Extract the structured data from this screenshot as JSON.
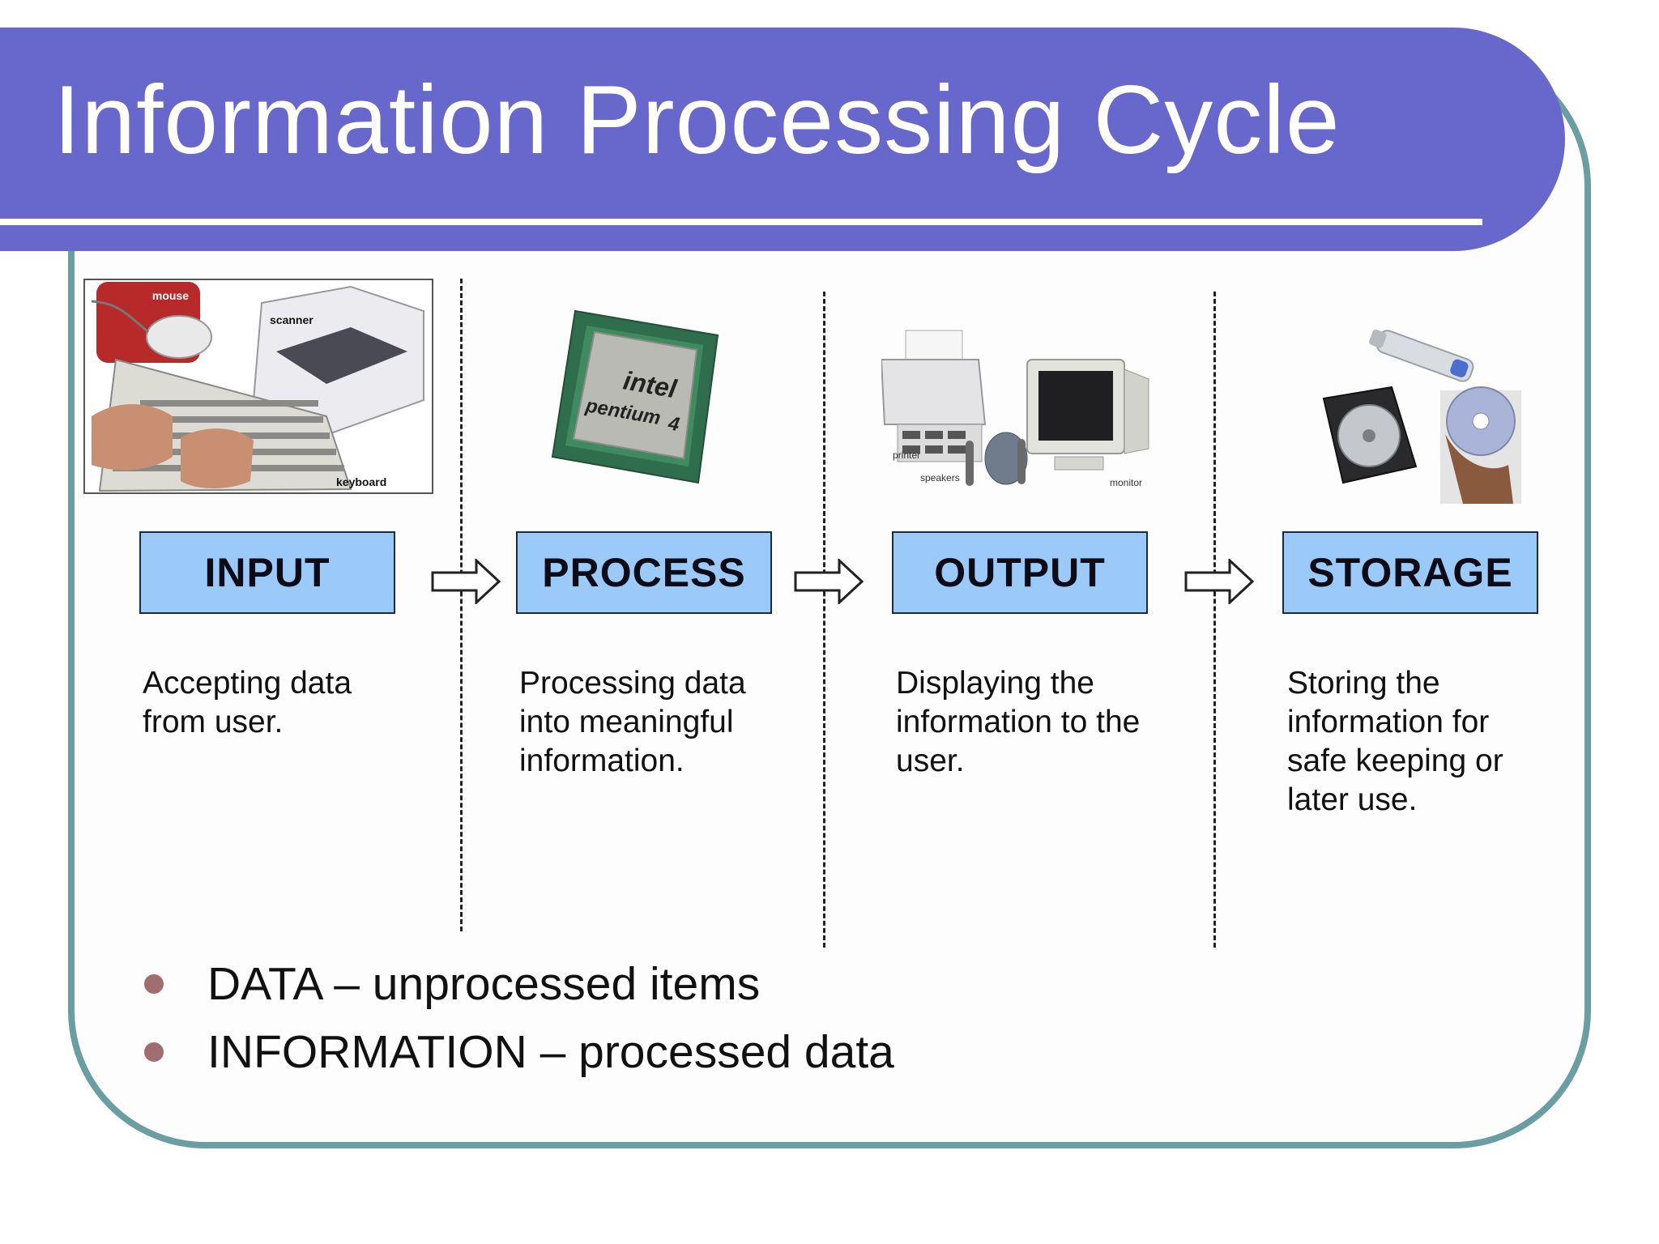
{
  "slide": {
    "title": "Information Processing Cycle",
    "colors": {
      "title_band": "#6767cc",
      "frame": "#6a9ea2",
      "stage_box": "#9ccaf8",
      "bullet": "#a06e6e"
    }
  },
  "stages": [
    {
      "label": "INPUT",
      "description": "Accepting data from user.",
      "image_labels": [
        "mouse",
        "scanner",
        "keyboard"
      ]
    },
    {
      "label": "PROCESS",
      "description": "Processing data into meaningful information.",
      "image_labels": [
        "intel",
        "pentium"
      ]
    },
    {
      "label": "OUTPUT",
      "description": "Displaying the information to the user.",
      "image_labels": [
        "printer",
        "speakers",
        "monitor"
      ]
    },
    {
      "label": "STORAGE",
      "description": "Storing the information for safe keeping or later use.",
      "image_labels": []
    }
  ],
  "bullets": [
    "DATA – unprocessed items",
    "INFORMATION – processed data"
  ]
}
